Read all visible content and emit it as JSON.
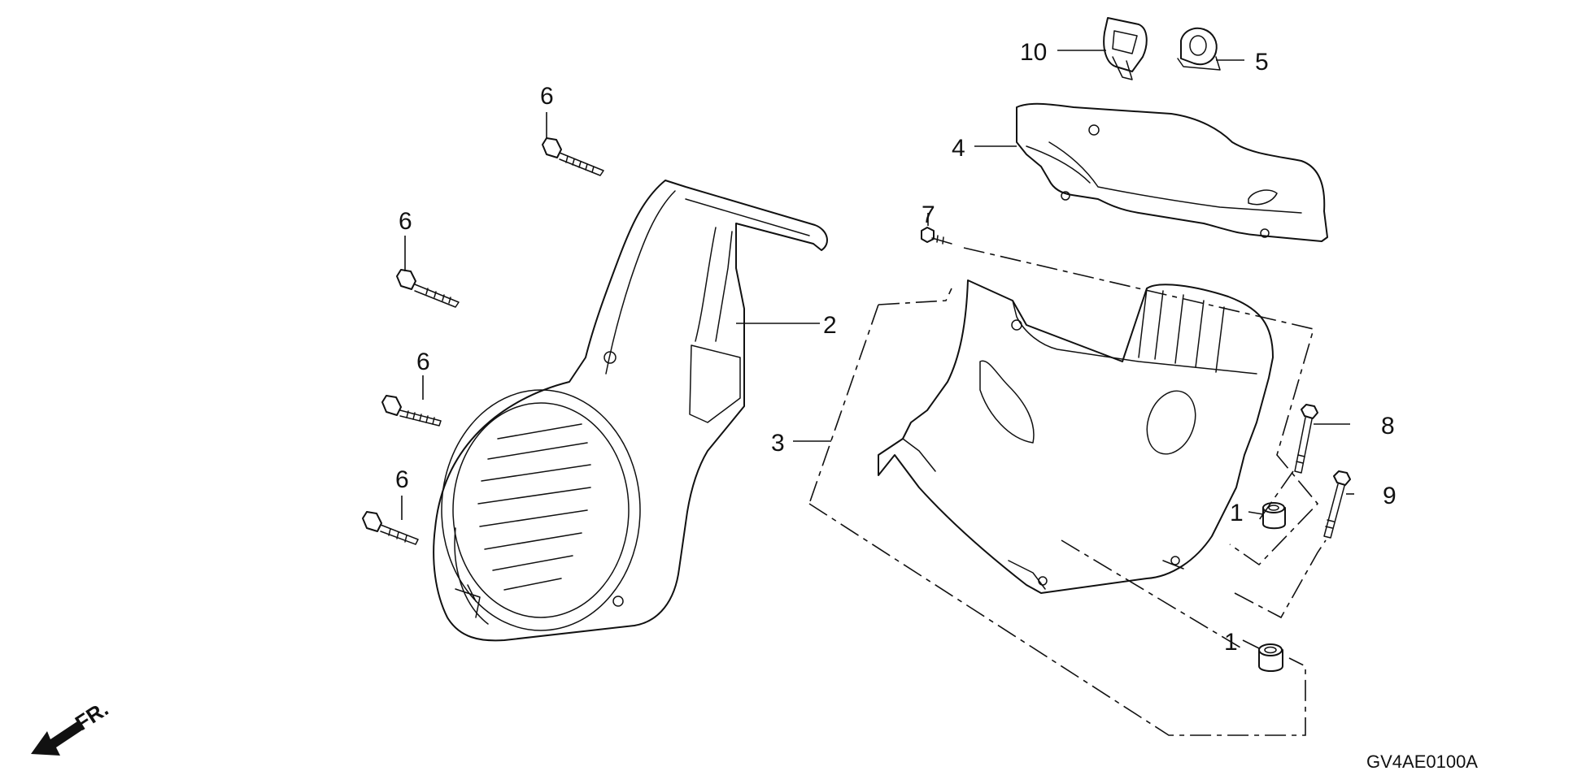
{
  "diagram": {
    "drawing_code": "GV4AE0100A",
    "direction_label": "FR.",
    "callouts": [
      {
        "id": "1a",
        "text": "1"
      },
      {
        "id": "1b",
        "text": "1"
      },
      {
        "id": "2",
        "text": "2"
      },
      {
        "id": "3",
        "text": "3"
      },
      {
        "id": "4",
        "text": "4"
      },
      {
        "id": "5",
        "text": "5"
      },
      {
        "id": "6a",
        "text": "6"
      },
      {
        "id": "6b",
        "text": "6"
      },
      {
        "id": "6c",
        "text": "6"
      },
      {
        "id": "6d",
        "text": "6"
      },
      {
        "id": "7",
        "text": "7"
      },
      {
        "id": "8",
        "text": "8"
      },
      {
        "id": "9",
        "text": "9"
      },
      {
        "id": "10",
        "text": "10"
      }
    ]
  }
}
